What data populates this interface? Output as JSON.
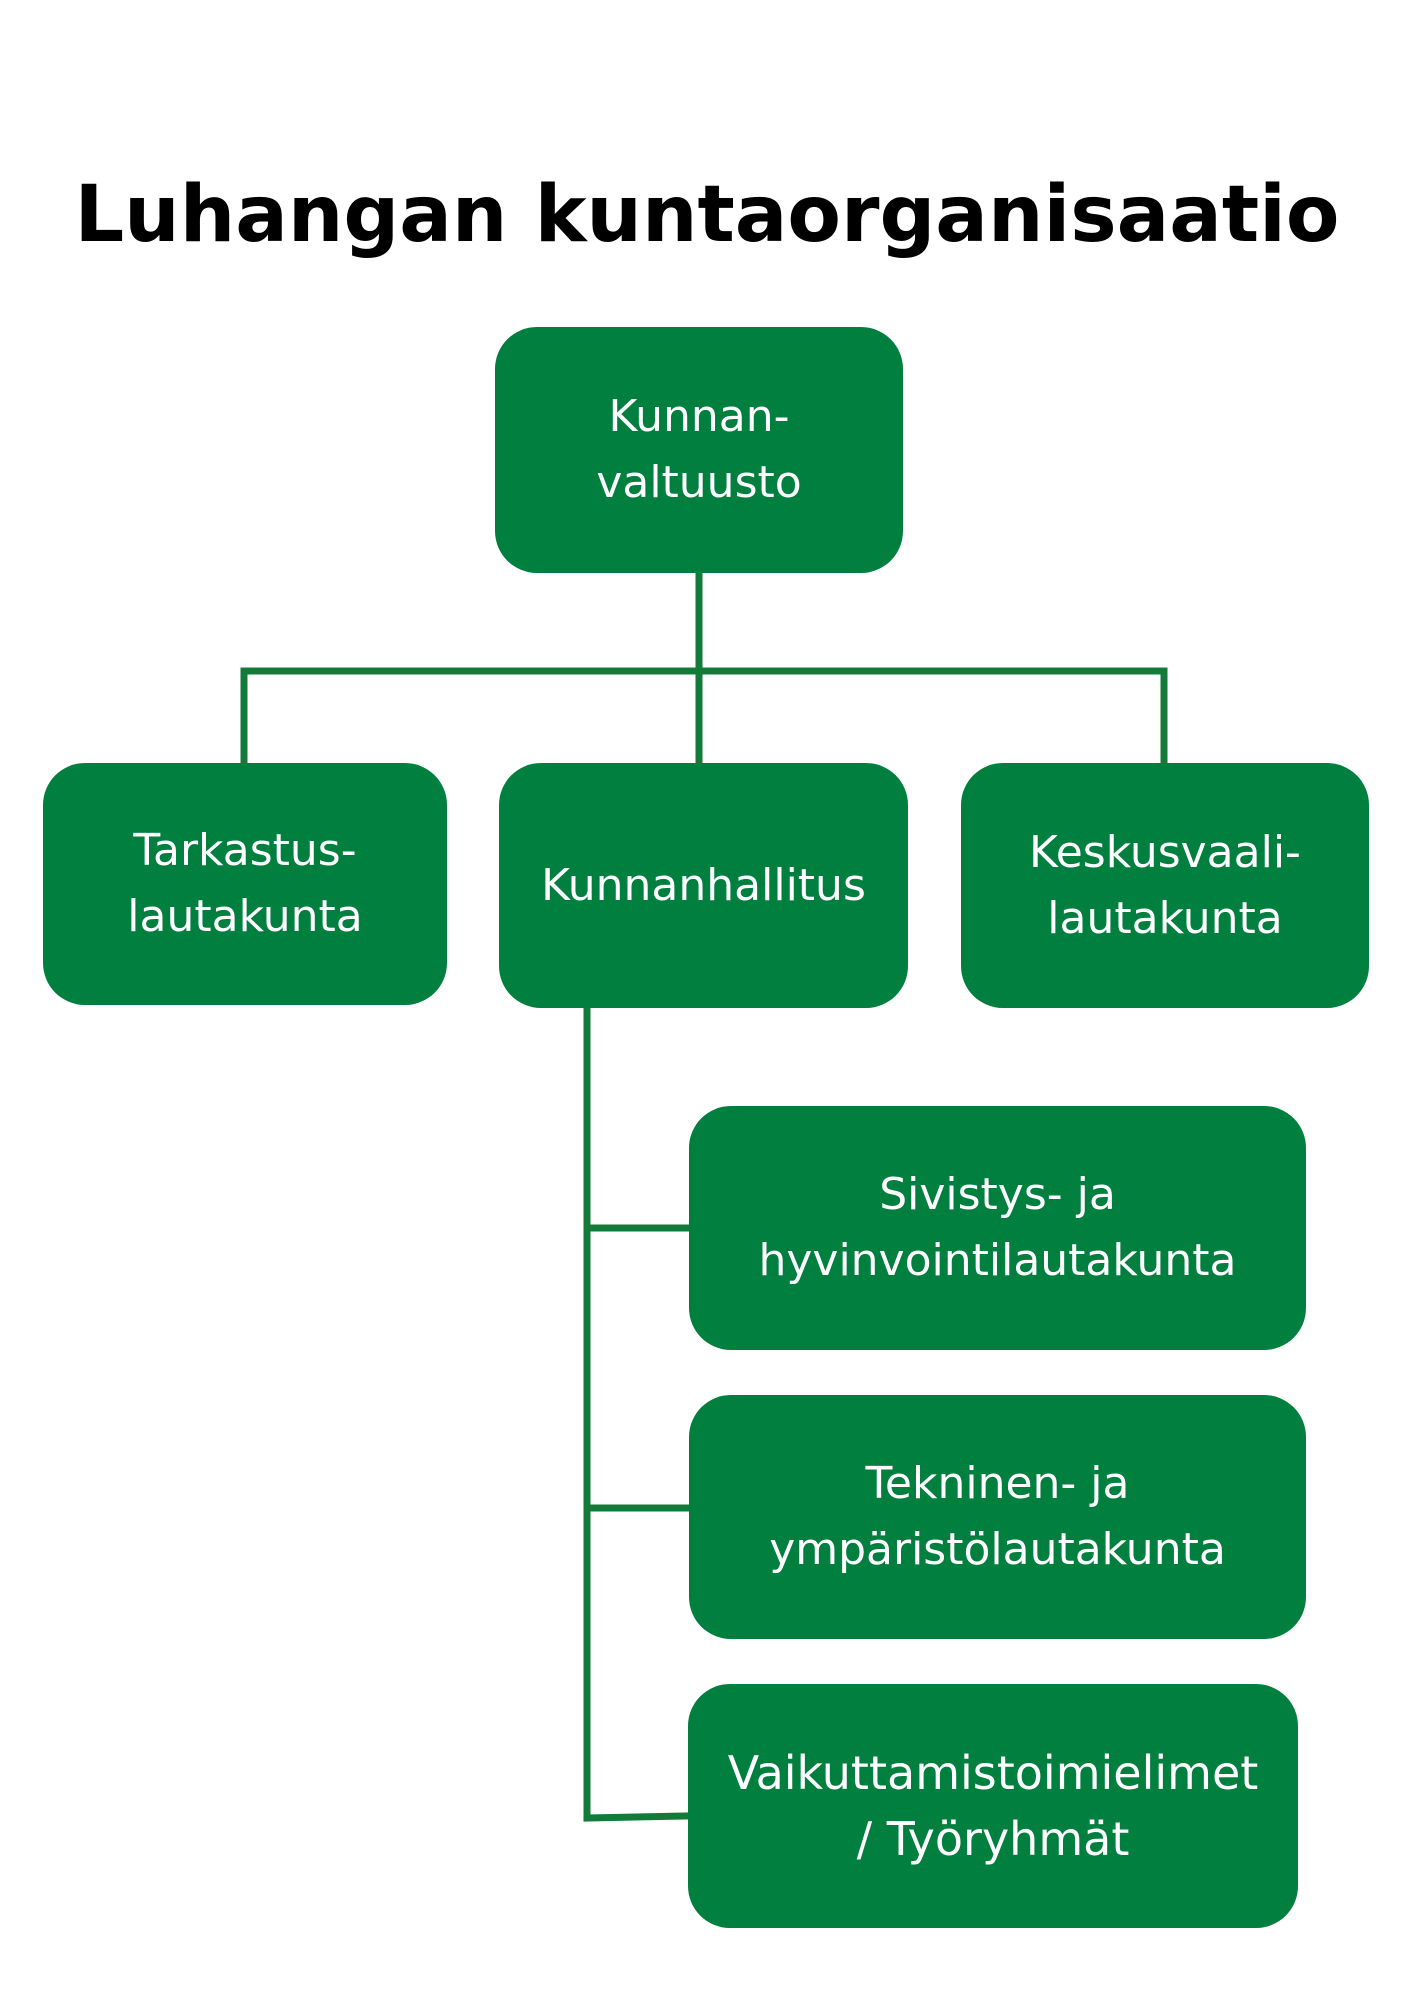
{
  "title": "Luhangan kuntaorganisaatio",
  "colors": {
    "box_fill": "#007f3f",
    "connector": "#137b3a",
    "box_text": "#ffffff",
    "title_text": "#000000"
  },
  "nodes": {
    "kunnanvaltuusto": {
      "line1": "Kunnan-",
      "line2": "valtuusto"
    },
    "tarkastuslautakunta": {
      "line1": "Tarkastus-",
      "line2": "lautakunta"
    },
    "kunnanhallitus": {
      "line1": "Kunnanhallitus"
    },
    "keskusvaalilautakunta": {
      "line1": "Keskusvaali-",
      "line2": "lautakunta"
    },
    "sivistys": {
      "line1": "Sivistys- ja",
      "line2": "hyvinvointilautakunta"
    },
    "tekninen": {
      "line1": "Tekninen- ja",
      "line2": "ympäristölautakunta"
    },
    "vaikuttamis": {
      "line1": "Vaikuttamistoimielimet",
      "line2": "/ Työryhmät"
    }
  }
}
